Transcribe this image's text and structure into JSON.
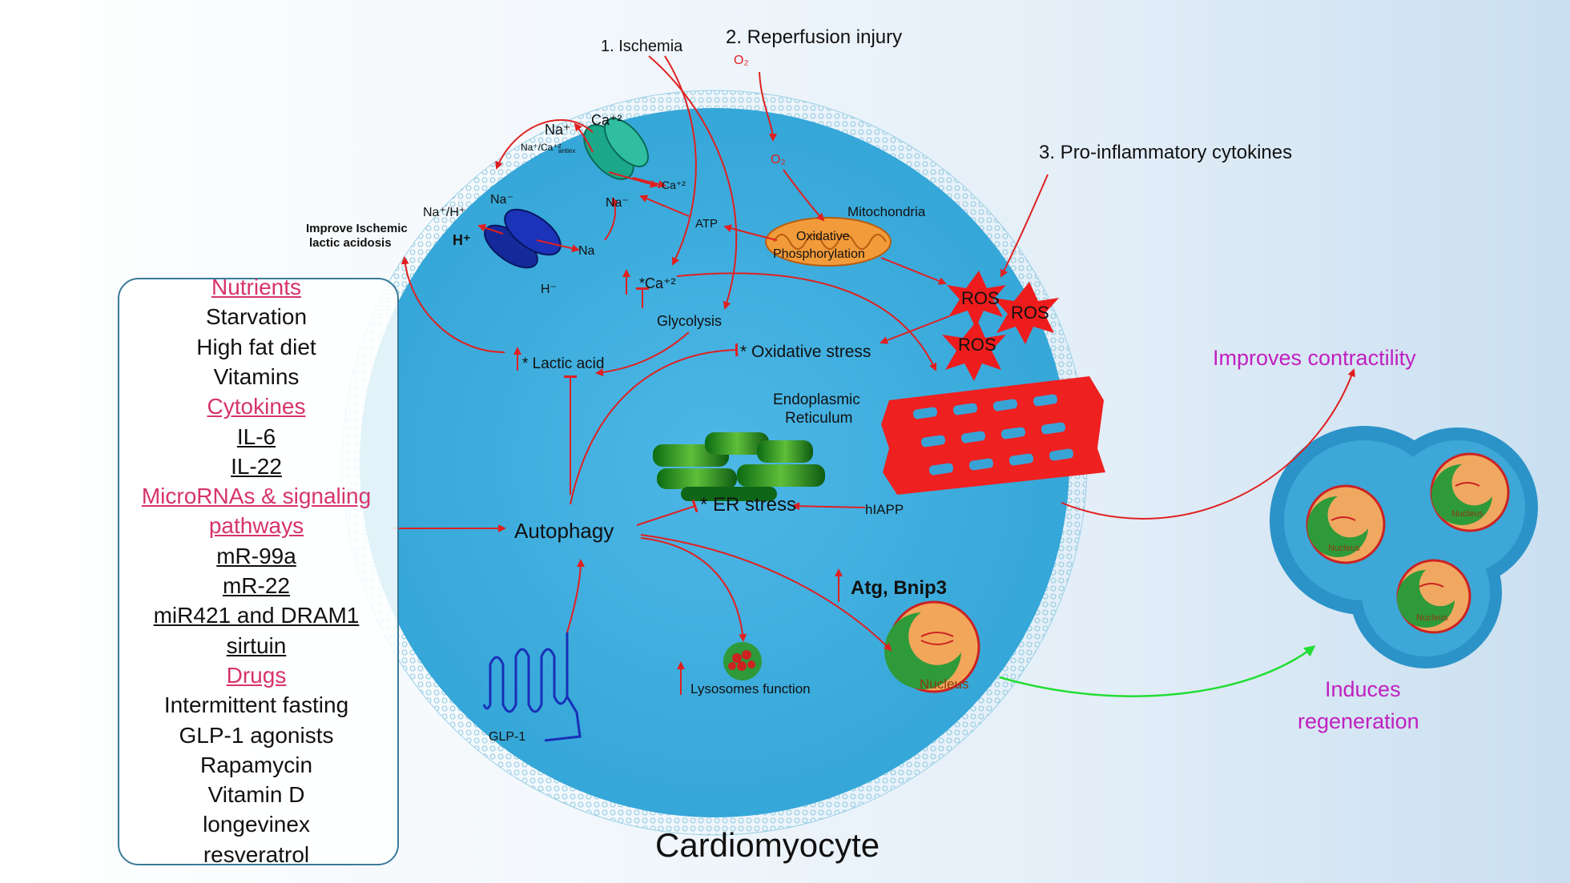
{
  "title": "Cardiomyocyte",
  "triggers": {
    "ischemia": "1. Ischemia",
    "reperfusion": "2. Reperfusion injury",
    "cytokines": "3. Pro-inflammatory cytokines"
  },
  "ions": {
    "na_plus": "Na⁺",
    "ca_12": "Ca⁺²",
    "exchanger": "Na⁺/Ca⁺²",
    "exchanger_sub": "antiex",
    "ca_inner": "Ca⁺²",
    "na_minus_left": "Na⁻",
    "na_minus_inner": "Na⁻",
    "na_h": "Na⁺/H⁺",
    "h_plus": "H⁺",
    "na_low": "Na",
    "h_minus": "H⁻",
    "o2_outer": "O₂",
    "o2_inner": "O₂"
  },
  "labels": {
    "improve_ischemic": "Improve Ischemic",
    "lactic_acidosis": "lactic acidosis",
    "atp": "ATP",
    "ca_star": "*Ca⁺²",
    "mitochondria": "Mitochondria",
    "oxidative": "Oxidative",
    "phosphorylation": "Phosphorylation",
    "ros": "ROS",
    "glycolysis": "Glycolysis",
    "lactic_acid": "* Lactic acid",
    "oxidative_stress": "* Oxidative stress",
    "er_line1": "Endoplasmic",
    "er_line2": "Reticulum",
    "er_stress": "* ER stress",
    "hiapp": "hIAPP",
    "autophagy": "Autophagy",
    "atg": "Atg, Bnip3",
    "lysosomes": "Lysosomes function",
    "nucleus": "Nucleus",
    "glp1": "GLP-1",
    "improves_contractility": "Improves contractility",
    "induces": "Induces",
    "regeneration": "regeneration"
  },
  "sidebar": {
    "items": [
      {
        "text": "Nutrients",
        "style": "hdr"
      },
      {
        "text": "Starvation",
        "style": "plain"
      },
      {
        "text": "High fat diet",
        "style": "plain"
      },
      {
        "text": "Vitamins",
        "style": "plain"
      },
      {
        "text": "Cytokines",
        "style": "hdr"
      },
      {
        "text": "IL-6",
        "style": "ul"
      },
      {
        "text": "IL-22",
        "style": "ul"
      },
      {
        "text": "MicroRNAs & signaling",
        "style": "hdr"
      },
      {
        "text": "pathways",
        "style": "hdr"
      },
      {
        "text": "mR-99a",
        "style": "ul"
      },
      {
        "text": "mR-22",
        "style": "ul"
      },
      {
        "text": "miR421 and DRAM1",
        "style": "ul"
      },
      {
        "text": "sirtuin",
        "style": "ul"
      },
      {
        "text": "Drugs",
        "style": "hdr"
      },
      {
        "text": "Intermittent fasting",
        "style": "plain"
      },
      {
        "text": "GLP-1 agonists",
        "style": "plain"
      },
      {
        "text": "Rapamycin",
        "style": "plain"
      },
      {
        "text": "Vitamin D",
        "style": "plain"
      },
      {
        "text": "longevinex",
        "style": "plain"
      },
      {
        "text": "resveratrol",
        "style": "plain"
      }
    ]
  },
  "colors": {
    "cell": "#3fb0e0",
    "arrow": "#e02020",
    "magenta": "#c020c0",
    "green_arrow": "#22dd33",
    "pink_header": "#d6336c"
  }
}
